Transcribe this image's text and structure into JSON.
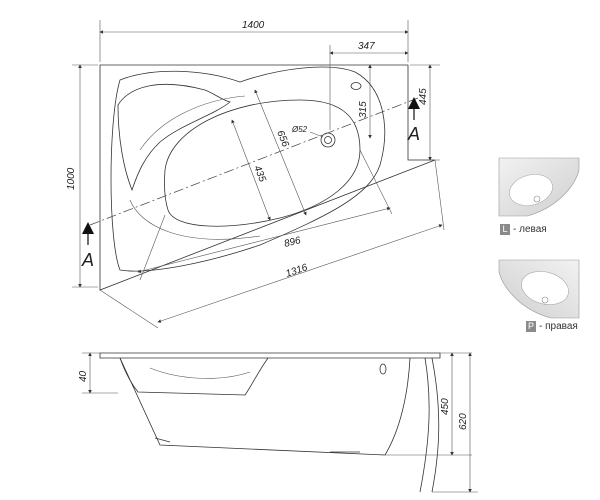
{
  "plan_view": {
    "dimensions": {
      "overall_length": "1400",
      "drain_offset": "347",
      "overall_width": "1000",
      "right_height": "445",
      "drain_to_edge": "315",
      "basin_length_a": "656",
      "drain_diameter": "Ø52",
      "basin_width": "435",
      "inner_length": "896",
      "outer_length": "1316"
    },
    "section_marker": "A"
  },
  "side_view": {
    "dimensions": {
      "rim_height": "40",
      "inner_depth": "450",
      "total_height": "620"
    }
  },
  "variants": [
    {
      "code": "L",
      "label": "- левая"
    },
    {
      "code": "P",
      "label": "- правая"
    }
  ],
  "icons": [
    "left-bathtub-icon",
    "right-bathtub-icon"
  ]
}
